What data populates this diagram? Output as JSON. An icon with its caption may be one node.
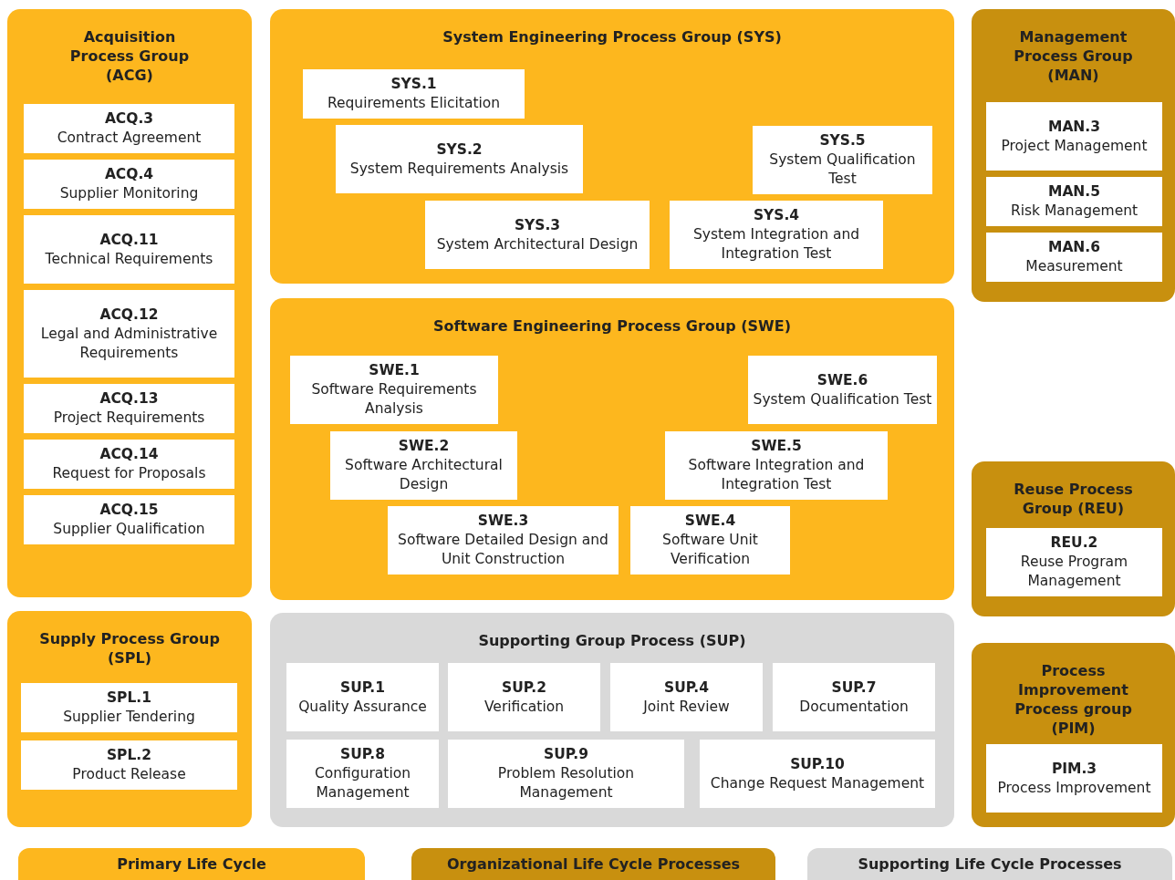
{
  "diagram": {
    "nodes": [
      {
        "text": [
          "Acquisition Process Group (ACG)"
        ]
      },
      {
        "text": [
          "ACQ.3",
          "Contract Agreement"
        ],
        "in": 0
      },
      {
        "text": [
          "ACQ.4",
          "Supplier Monitoring"
        ],
        "in": 0
      },
      {
        "text": [
          "ACQ.11",
          "Technical Requirements"
        ],
        "in": 0
      },
      {
        "text": [
          "ACQ.12",
          "Legal and Administrative Requirements"
        ],
        "in": 0
      },
      {
        "text": [
          "ACQ.13",
          "Project Requirements"
        ],
        "in": 0
      },
      {
        "text": [
          "ACQ.14",
          "Request for Proposals"
        ],
        "in": 0
      },
      {
        "text": [
          "ACQ.15",
          "Supplier Qualification"
        ],
        "in": 0
      },
      {
        "text": [
          "System Engineering Process Group (SYS)"
        ]
      },
      {
        "text": [
          "SYS.1",
          "Requirements Elicitation"
        ],
        "in": 8
      },
      {
        "text": [
          "SYS.2",
          "System Requirements Analysis"
        ],
        "in": 8
      },
      {
        "text": [
          "SYS.5",
          "System Qualification Test"
        ],
        "in": 8
      },
      {
        "text": [
          "SYS.3",
          "System Architectural Design"
        ],
        "in": 8
      },
      {
        "text": [
          "SYS.4",
          "System Integration and Integration Test"
        ],
        "in": 8
      },
      {
        "text": [
          "Management Process Group (MAN)"
        ]
      },
      {
        "text": [
          "MAN.3",
          "Project Management"
        ],
        "in": 14
      },
      {
        "text": [
          "MAN.5",
          "Risk Management"
        ],
        "in": 14
      },
      {
        "text": [
          "MAN.6",
          "Measurement"
        ],
        "in": 14
      },
      {
        "text": [
          "Software Engineering Process Group (SWE)"
        ]
      },
      {
        "text": [
          "SWE.1",
          "Software Requirements Analysis"
        ],
        "in": 18
      },
      {
        "text": [
          "SWE.6",
          "System Qualification Test"
        ],
        "in": 18
      },
      {
        "text": [
          "SWE.2",
          "Software Architectural Design"
        ],
        "in": 18
      },
      {
        "text": [
          "SWE.5",
          "Software Integration and Integration Test"
        ],
        "in": 18
      },
      {
        "text": [
          "SWE.3",
          "Software Detailed Design and Unit Construction"
        ],
        "in": 18
      },
      {
        "text": [
          "SWE.4",
          "Software Unit Verification"
        ],
        "in": 18
      },
      {
        "text": [
          "Reuse Process Group (REU)"
        ]
      },
      {
        "text": [
          "REU.2",
          "Reuse Program Management"
        ],
        "in": 25
      },
      {
        "text": [
          "Supply Process Group (SPL)"
        ]
      },
      {
        "text": [
          "SPL.1",
          "Supplier Tendering"
        ],
        "in": 27
      },
      {
        "text": [
          "SPL.2",
          "Product Release"
        ],
        "in": 27
      },
      {
        "text": [
          "Supporting Group Process (SUP)"
        ]
      },
      {
        "text": [
          "SUP.1",
          "Quality Assurance"
        ],
        "in": 30
      },
      {
        "text": [
          "SUP.2",
          "Verification"
        ],
        "in": 30
      },
      {
        "text": [
          "SUP.4",
          "Joint Review"
        ],
        "in": 30
      },
      {
        "text": [
          "SUP.7",
          "Documentation"
        ],
        "in": 30
      },
      {
        "text": [
          "SUP.8",
          "Configuration Management"
        ],
        "in": 30
      },
      {
        "text": [
          "SUP.9",
          "Problem Resolution Management"
        ],
        "in": 30
      },
      {
        "text": [
          "SUP.10",
          "Change Request Management"
        ],
        "in": 30
      },
      {
        "text": [
          "Process Improvement Process group (PIM)"
        ]
      },
      {
        "text": [
          "PIM.3",
          "Process Improvement"
        ],
        "in": 38
      }
    ],
    "edges": [],
    "legend": [
      {
        "text": "Primary Life Cycle",
        "color": "#fdb71e"
      },
      {
        "text": "Organizational Life Cycle Processes",
        "color": "#c8900f"
      },
      {
        "text": "Supporting Life Cycle Processes",
        "color": "#d9d9d9"
      }
    ]
  }
}
